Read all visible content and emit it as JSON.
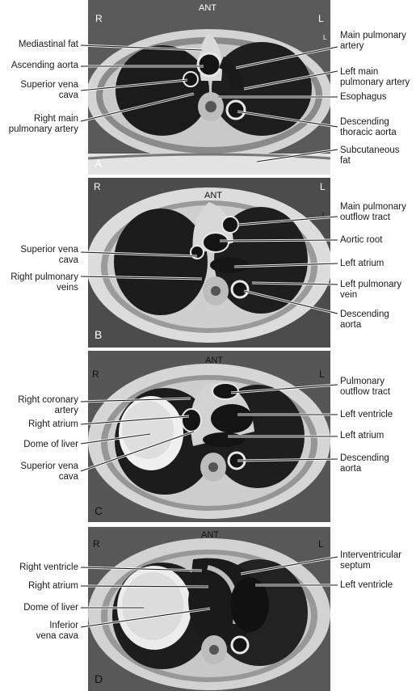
{
  "panels": [
    {
      "letter": "A",
      "ant": "ANT",
      "r": "R",
      "l": "L",
      "small_l": "L",
      "left_labels": [
        {
          "text": "Mediastinal fat"
        },
        {
          "text": "Ascending aorta"
        },
        {
          "text": "Superior vena\ncava"
        },
        {
          "text": "Right main\npulmonary artery"
        }
      ],
      "right_labels": [
        {
          "text": "Main pulmonary\nartery"
        },
        {
          "text": "Left main\npulmonary artery"
        },
        {
          "text": "Esophagus"
        },
        {
          "text": "Descending\nthoracic aorta"
        },
        {
          "text": "Subcutaneous\nfat"
        }
      ]
    },
    {
      "letter": "B",
      "ant": "ANT",
      "r": "R",
      "l": "L",
      "small_l": "L",
      "left_labels": [
        {
          "text": "Superior vena\ncava"
        },
        {
          "text": "Right pulmonary\nveins"
        }
      ],
      "right_labels": [
        {
          "text": "Main pulmonary\noutflow tract"
        },
        {
          "text": "Aortic root"
        },
        {
          "text": "Left atrium"
        },
        {
          "text": "Left pulmonary\nvein"
        },
        {
          "text": "Descending\naorta"
        }
      ]
    },
    {
      "letter": "C",
      "ant": "ANT",
      "r": "R",
      "l": "L",
      "small_l": "",
      "left_labels": [
        {
          "text": "Right coronary\nartery"
        },
        {
          "text": "Right atrium"
        },
        {
          "text": "Dome of liver"
        },
        {
          "text": "Superior vena\ncava"
        }
      ],
      "right_labels": [
        {
          "text": "Pulmonary\noutflow tract"
        },
        {
          "text": "Left ventricle"
        },
        {
          "text": "Left atrium"
        },
        {
          "text": "Descending\naorta"
        }
      ]
    },
    {
      "letter": "D",
      "ant": "ANT",
      "r": "R",
      "l": "L",
      "small_l": "",
      "left_labels": [
        {
          "text": "Right ventricle"
        },
        {
          "text": "Right atrium"
        },
        {
          "text": "Dome of liver"
        },
        {
          "text": "Inferior\nvena cava"
        }
      ],
      "right_labels": [
        {
          "text": "Interventricular\nseptum"
        },
        {
          "text": "Left ventricle"
        }
      ]
    }
  ]
}
